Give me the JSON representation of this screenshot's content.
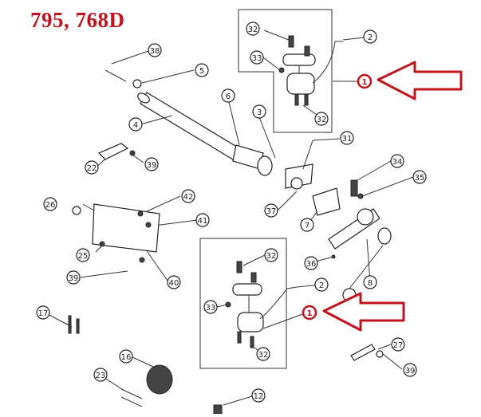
{
  "title": "795, 768D",
  "accent_color": "#c0141c",
  "part_numbers": {
    "p1": "1",
    "p2": "2",
    "p3": "3",
    "p4": "4",
    "p5": "5",
    "p6": "6",
    "p7": "7",
    "p8": "8",
    "p12": "12",
    "p16": "16",
    "p17": "17",
    "p22": "22",
    "p23": "23",
    "p25": "25",
    "p26": "26",
    "p27": "27",
    "p31": "31",
    "p32": "32",
    "p33": "33",
    "p34": "34",
    "p35": "35",
    "p36": "36",
    "p37": "37",
    "p38": "38",
    "p39": "39",
    "p40": "40",
    "p41": "41",
    "p42": "42"
  },
  "highlight_arrows": 2
}
